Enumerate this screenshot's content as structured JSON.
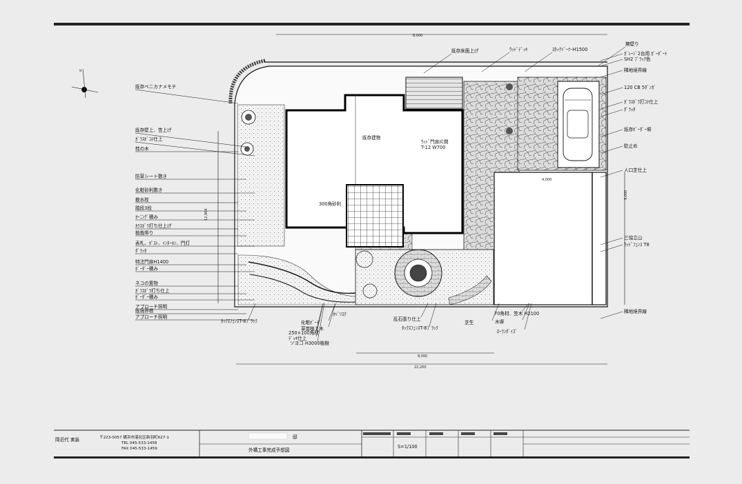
{
  "drawing": {
    "central_label": "既存建物",
    "north_mark": "N",
    "dimensions": {
      "overall_width": "22,200",
      "lower_width": "8,000",
      "height_left": "12,964",
      "top_dim": "8,000",
      "right_upper": "4,000",
      "right_lower": "9,000"
    },
    "labels_left": [
      "既存ベニカナメモチ",
      "既存壁上、笠上げ",
      "ｶﾞﾗｽﾎﾞｺﾃ仕上",
      "桂の木",
      "防草シート敷き",
      "化粧砂利敷き",
      "散水栓",
      "踏段3段",
      "ｵｰﾆﾝｸﾞ積み",
      "ｶﾗｽﾎﾞﾗ打ち仕上げ",
      "植栽帯り",
      "表札、ﾎﾟｽﾄ、ｲﾝﾀｰﾎﾝ、門灯",
      "ﾀﾞﾗｯﾀ",
      "特注門扉H1400",
      "ﾎﾞｰﾀﾞｰ積み",
      "ネコの置物",
      "ｶﾞﾗｽﾎﾞﾗ打ち仕上",
      "ﾎﾞｰﾀﾞｰ積み",
      "アプローチ照明",
      "既境界標",
      "アプローチ照明"
    ],
    "labels_top": [
      "既存床面上げ",
      "ｳｯﾄﾞﾃﾞｯｷ",
      "ｽﾀｯｸｿﾞｰﾅｰH1500",
      "擁壁り"
    ],
    "labels_right": [
      "ｶﾞﾚｰｼﾞ2台用 ｶﾞｰﾎﾟｰﾄ",
      "SH2 ﾌﾞﾗｯｸ色",
      "隣地境界線",
      "120 CB 5ﾀﾞﾝｶﾞ",
      "ｶﾞﾗｽﾎﾞﾗ打ｺﾃ仕上",
      "ﾀﾞﾗｯﾀ",
      "既存ﾎﾞｰﾀﾞｰ塀",
      "駐止め",
      "人口芝仕上",
      "三協立山",
      "ｳｯﾄﾞﾌｪﾝｽ T8",
      "隣地境界線"
    ],
    "labels_interior": [
      "ｳｯﾄﾞ門扉片開",
      "T-12 W700",
      "300角砂利",
      "ｵﾍﾞﾘｽｸ"
    ],
    "labels_bottom": [
      "ﾀｯｸｽﾌｪﾝｽT-8ﾌﾞﾗｯｸ",
      "化粧ﾎﾞｰﾄﾞ",
      "草苗植え木",
      "250×100角材",
      "ﾃﾞｯｷ仕上",
      "ソヨゴ H3000植樹",
      "乱石張り仕上",
      "ﾀｯｸｽﾌｪﾝｽT-8ﾌﾞﾗｯｸ",
      "芝生",
      "70角材、笠木 H2100",
      "木塀",
      "ﾛｰﾗﾝﾀﾞｲｽﾞ"
    ]
  },
  "title_block": {
    "company": "岡近代 実装",
    "postal": "〒223-0057 横浜市港北区新羽町627-1",
    "tel": "TEL 045-533-1458",
    "fax": "FAX 045-533-1459",
    "owner_suffix": "邸",
    "drawing_title": "外構工事完成予想図",
    "scale": "S=1/100"
  }
}
